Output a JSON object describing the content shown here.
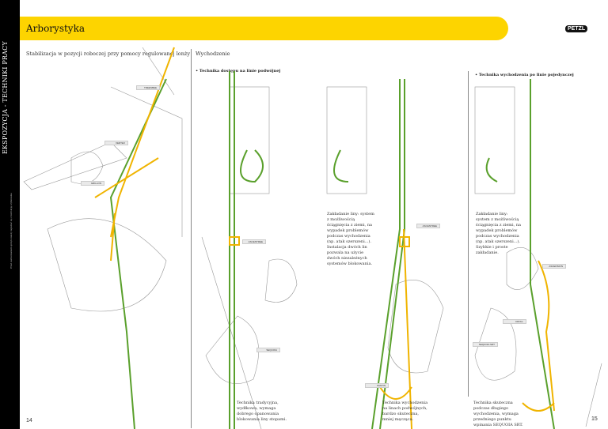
{
  "header": {
    "title": "Arborystyka",
    "logo": "PETZL"
  },
  "sidebar": {
    "section": "EKSPOZYCJA - TECHNIKI PRACY",
    "fine_print": "Przed zastosowaniem sprzętu należy zapoznać się z instrukcją użytkowania"
  },
  "left": {
    "heading": "Stabilizacja w pozycji roboczej przy pomocy regulowanej lonży",
    "labels": [
      "TREESBEE",
      "VERTEX",
      "GRILLON",
      "ASCENTREE"
    ],
    "page": "14"
  },
  "right": {
    "heading": "Wychodzenie",
    "double": {
      "title": "• Technika dostępu na linie podwójnej",
      "note": "Zakładanie liny: system z możliwością ściągnięcia z ziemi, na wypadek problemów podczas wychodzenia (np. atak szerszeni...). Instalacja dwóch lin pozwala na użycie dwóch niezależnych systemów blokowania.",
      "labels": [
        "ASCENTREE",
        "SEQUOIA",
        "PANTIN"
      ],
      "caption1": "Technika tradycyjna, wydłkowa, wymaga dobrego opanowania blokowania liny stopami.",
      "caption2": "Technika wychodzenia na linach podwójnych, bardzo skuteczna, mniej męcząca."
    },
    "single": {
      "title": "• Technika wychodzenia po linie pojedynczej",
      "note": "Zakładanie liny: system z możliwością ściągnięcia z ziemi, na wypadek problemów podczas wychodzenia (np. atak szerszeni...). Szybkie i proste zakładanie.",
      "labels": [
        "ASCENSION",
        "CROLL",
        "SEQUOIA SRT"
      ],
      "caption": "Technika skuteczna podczas długiego wychodzenia, wymaga przedniego punktu wpinania SEQUOIA SRT."
    },
    "page": "15"
  },
  "colors": {
    "yellow": "#fdd400",
    "green": "#5aa02c",
    "rope_yellow": "#f0b400"
  }
}
